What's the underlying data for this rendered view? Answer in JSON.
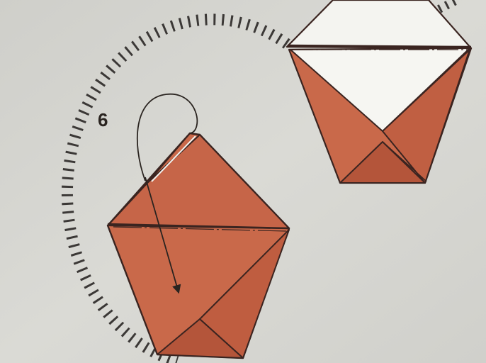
{
  "diagram": {
    "step_number": "6",
    "colors": {
      "paper_background": "#d4d4cf",
      "paper_front": "#c9694a",
      "paper_shade": "#b8573b",
      "paper_dark": "#a84a31",
      "outline": "#3a2420",
      "fold_arrow": "#2a2420",
      "dashed_arc": "#3b3836"
    },
    "elements": [
      "dashed-arc-motion-guide",
      "origami-model-step-6",
      "fold-over-arrow",
      "origami-model-result"
    ]
  }
}
